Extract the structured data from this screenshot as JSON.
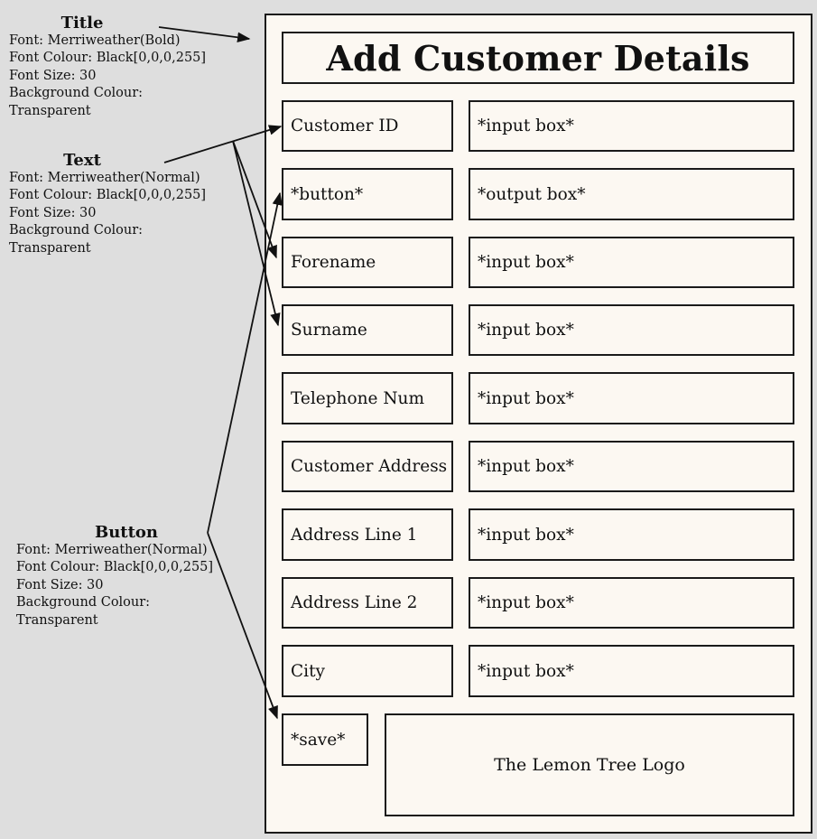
{
  "annotations": {
    "title": {
      "heading": "Title",
      "lines": [
        "Font: Merriweather(Bold)",
        "Font Colour: Black[0,0,0,255]",
        "Font Size: 30",
        "Background Colour:",
        "Transparent"
      ]
    },
    "text": {
      "heading": "Text",
      "lines": [
        "Font: Merriweather(Normal)",
        "Font Colour: Black[0,0,0,255]",
        "Font Size: 30",
        "Background Colour:",
        "Transparent"
      ]
    },
    "button": {
      "heading": "Button",
      "lines": [
        "Font: Merriweather(Normal)",
        "Font Colour: Black[0,0,0,255]",
        "Font Size: 30",
        "Background Colour:",
        "Transparent"
      ]
    }
  },
  "form": {
    "title": "Add Customer Details",
    "rows": [
      {
        "label": "Customer ID",
        "field": "*input box*"
      },
      {
        "label": "*button*",
        "field": "*output box*"
      },
      {
        "label": "Forename",
        "field": "*input box*"
      },
      {
        "label": "Surname",
        "field": "*input box*"
      },
      {
        "label": "Telephone Num",
        "field": "*input box*"
      },
      {
        "label": "Customer Address",
        "field": "*input box*"
      },
      {
        "label": "Address Line 1",
        "field": "*input box*"
      },
      {
        "label": "Address Line 2",
        "field": "*input box*"
      },
      {
        "label": "City",
        "field": "*input box*"
      }
    ],
    "save_label": "*save*",
    "logo_text": "The Lemon Tree Logo"
  },
  "colors": {
    "background": "#dedede",
    "frame_fill": "#fcf8f2",
    "stroke": "#1a1a1a"
  }
}
